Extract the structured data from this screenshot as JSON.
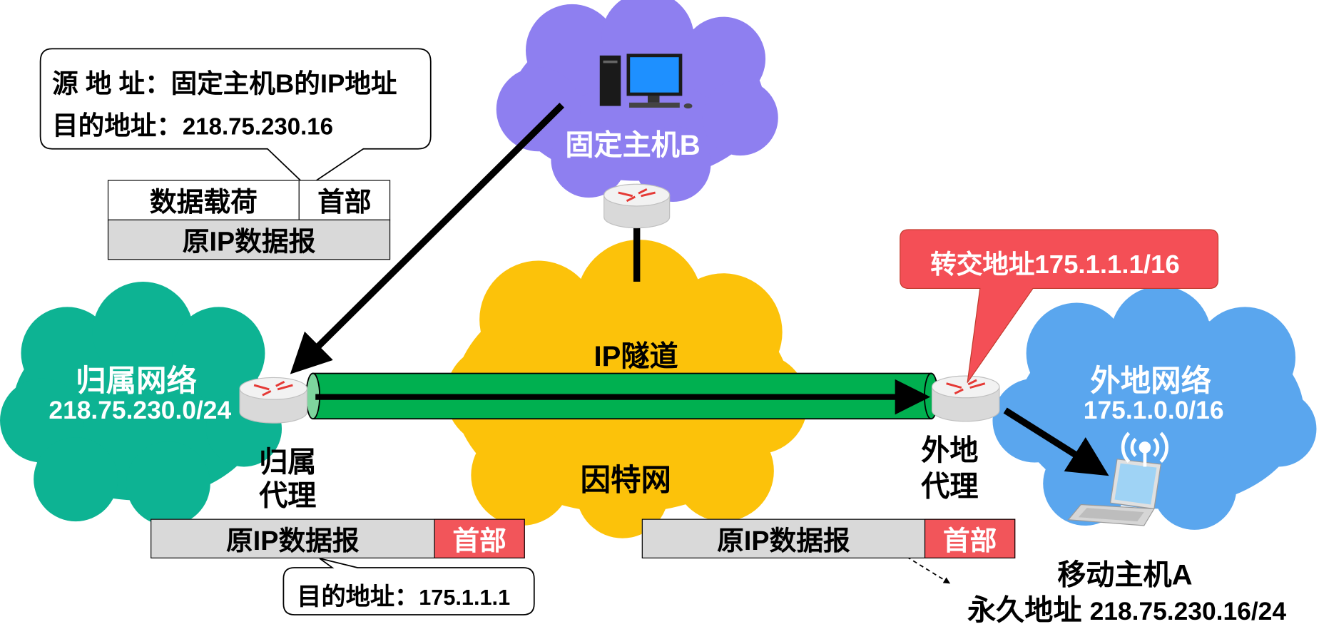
{
  "clouds": {
    "fixed_host": {
      "label": "固定主机B",
      "color": "#8e7ff0"
    },
    "home": {
      "label": "归属网络",
      "subnet": "218.75.230.0/24",
      "color": "#0db393"
    },
    "internet": {
      "label": "因特网",
      "tunnel_label": "IP隧道",
      "color": "#fcc20a"
    },
    "foreign": {
      "label": "外地网络",
      "subnet": "175.1.0.0/16",
      "color": "#5aa6ee"
    }
  },
  "agents": {
    "home_line1": "归属",
    "home_line2": "代理",
    "foreign_line1": "外地",
    "foreign_line2": "代理"
  },
  "top_callout": {
    "line1_label": "源 地 址：",
    "line1_value": "固定主机B的IP地址",
    "line2_label": "目的地址：",
    "line2_value": "218.75.230.16"
  },
  "original_datagram": {
    "payload": "数据载荷",
    "header": "首部",
    "caption": "原IP数据报"
  },
  "tunnel_datagram_left": {
    "body": "原IP数据报",
    "header": "首部"
  },
  "tunnel_datagram_right": {
    "body": "原IP数据报",
    "header": "首部"
  },
  "dest_callout": {
    "label": "目的地址：",
    "value": "175.1.1.1"
  },
  "care_of_callout": {
    "text": "转交地址175.1.1.1/16",
    "color": "#f44f56"
  },
  "mobile_host": {
    "line1": "移动主机A",
    "line2_label": "永久地址",
    "line2_value": "218.75.230.16/24"
  },
  "tunnel_color": "#00b050"
}
